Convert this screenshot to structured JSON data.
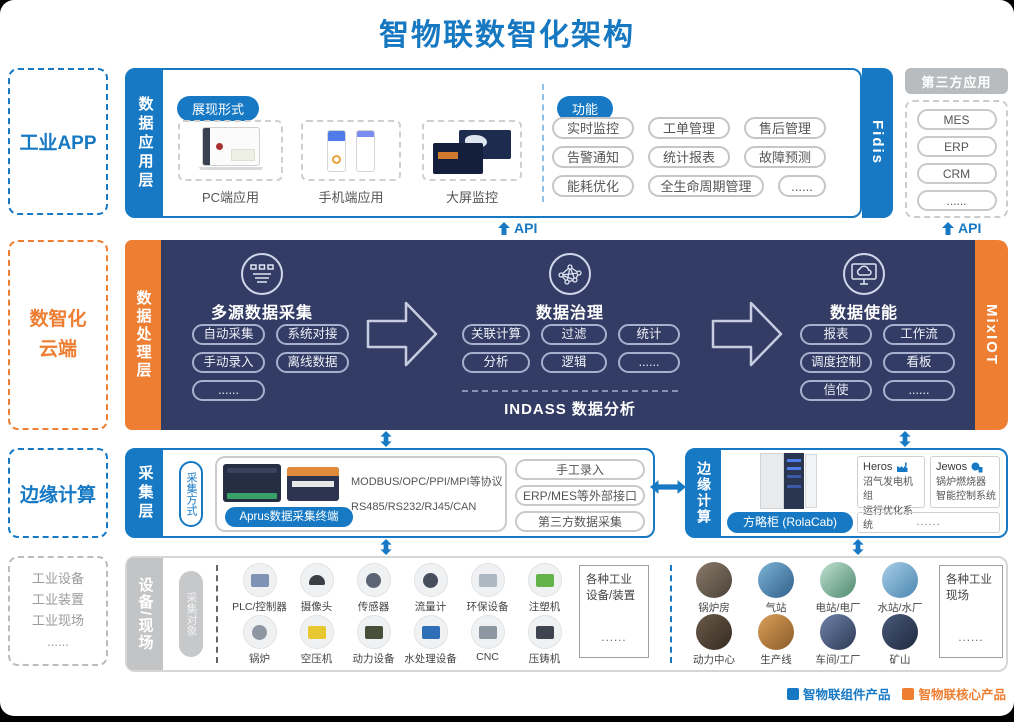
{
  "title": "智物联数智化架构",
  "left_rail": {
    "app": "工业APP",
    "cloud_line1": "数智化",
    "cloud_line2": "云端",
    "edge": "边缘计算",
    "site_line1": "工业设备",
    "site_line2": "工业装置",
    "site_line3": "工业现场",
    "site_line4": "......"
  },
  "app_layer": {
    "sidebar": "数据应用层",
    "tab": "Fidis",
    "presentation_label": "展现形式",
    "shots": [
      "PC端应用",
      "手机端应用",
      "大屏监控"
    ],
    "function_label": "功能",
    "functions": [
      "实时监控",
      "工单管理",
      "售后管理",
      "告警通知",
      "统计报表",
      "故障预测",
      "能耗优化",
      "全生命周期管理",
      "......"
    ],
    "api_label": "API"
  },
  "third_party": {
    "title": "第三方应用",
    "items": [
      "MES",
      "ERP",
      "CRM",
      "......"
    ]
  },
  "processing_layer": {
    "sidebar": "数据处理层",
    "tab": "MixIOT",
    "groups": [
      {
        "title": "多源数据采集",
        "pills": [
          "自动采集",
          "系统对接",
          "手动录入",
          "离线数据",
          "......"
        ]
      },
      {
        "title": "数据治理",
        "pills": [
          "关联计算",
          "过滤",
          "统计",
          "分析",
          "逻辑",
          "......"
        ]
      },
      {
        "title": "数据使能",
        "pills": [
          "报表",
          "工作流",
          "调度控制",
          "看板",
          "信使",
          "......"
        ]
      }
    ],
    "footer": "INDASS 数据分析"
  },
  "collection_layer": {
    "sidebar": "采集层",
    "method_label": "采集方式",
    "terminal_label": "Aprus数据采集终端",
    "protocol_line1": "MODBUS/OPC/PPI/MPI等协议",
    "protocol_line2": "RS485/RS232/RJ45/CAN",
    "pills": [
      "手工录入",
      "ERP/MES等外部接口",
      "第三方数据采集"
    ]
  },
  "edge_layer": {
    "sidebar": "边缘计算",
    "cabinet_label": "方略柜 (RolaCab)",
    "products": [
      {
        "name": "Heros",
        "line1": "沼气发电机组",
        "line2": "运行优化系统"
      },
      {
        "name": "Jewos",
        "line1": "锅炉燃烧器",
        "line2": "智能控制系统"
      }
    ],
    "more": "......"
  },
  "device_layer": {
    "sidebar": "设备/现场",
    "object_label": "采集对象",
    "devices_row1": [
      "PLC/控制器",
      "摄像头",
      "传感器",
      "流量计",
      "环保设备",
      "注塑机"
    ],
    "devices_row2": [
      "锅炉",
      "空压机",
      "动力设备",
      "水处理设备",
      "CNC",
      "压铸机"
    ],
    "devices_more_line1": "各种工业",
    "devices_more_line2": "设备/装置",
    "devices_more_dots": "......",
    "sites_row1": [
      "锅炉房",
      "气站",
      "电站/电厂",
      "水站/水厂"
    ],
    "sites_row2": [
      "动力中心",
      "生产线",
      "车间/工厂",
      "矿山"
    ],
    "sites_more_line1": "各种工业",
    "sites_more_line2": "现场",
    "sites_more_dots": "......"
  },
  "legend": {
    "component": {
      "label": "智物联组件产品",
      "color": "#1779c4"
    },
    "core": {
      "label": "智物联核心产品",
      "color": "#ee7e32"
    }
  },
  "colors": {
    "primary_blue": "#1779c4",
    "accent_orange": "#ee7e32",
    "panel_navy": "#333c64"
  }
}
